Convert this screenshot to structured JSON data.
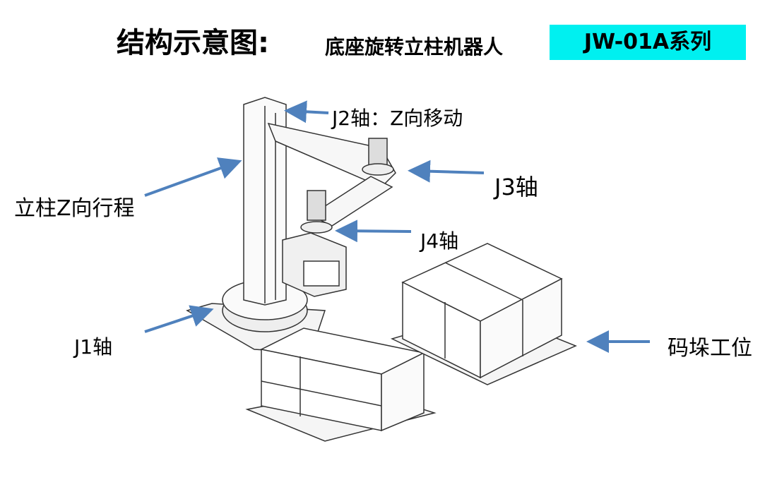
{
  "header": {
    "title": "结构示意图:",
    "subtitle": "底座旋转立柱机器人",
    "series": "JW-01A系列",
    "series_bg": "#00f0f0"
  },
  "labels": {
    "j2": "J2轴：Z向移动",
    "j3": "J3轴",
    "column": "立柱Z向行程",
    "j4": "J4轴",
    "j1": "J1轴",
    "station": "码垛工位"
  },
  "colors": {
    "arrow": "#4f81bd",
    "line": "#333333"
  }
}
